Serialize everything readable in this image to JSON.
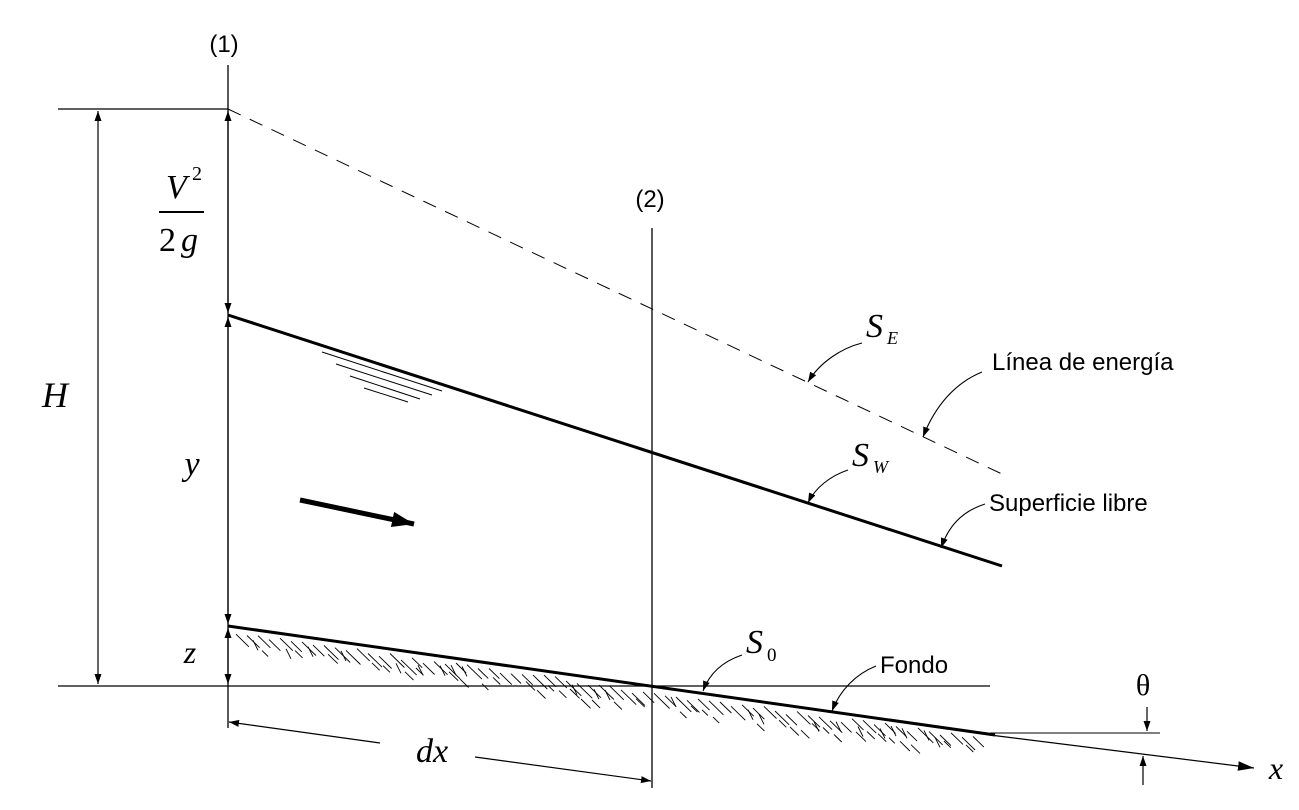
{
  "sections": {
    "one": "(1)",
    "two": "(2)"
  },
  "symbols": {
    "H": "H",
    "y": "y",
    "z": "z",
    "dx": "dx",
    "x": "x",
    "theta": "θ",
    "velocity_head": {
      "numerator_base": "V",
      "numerator_exp": "2",
      "denominator_num": "2",
      "denominator_var": "g"
    }
  },
  "slopes": {
    "energy": {
      "base": "S",
      "sub": "E"
    },
    "water": {
      "base": "S",
      "sub": "W"
    },
    "bed": {
      "base": "S",
      "sub": "0"
    }
  },
  "labels": {
    "energy_line": "Línea de energía",
    "free_surface": "Superficie libre",
    "bottom": "Fondo"
  }
}
